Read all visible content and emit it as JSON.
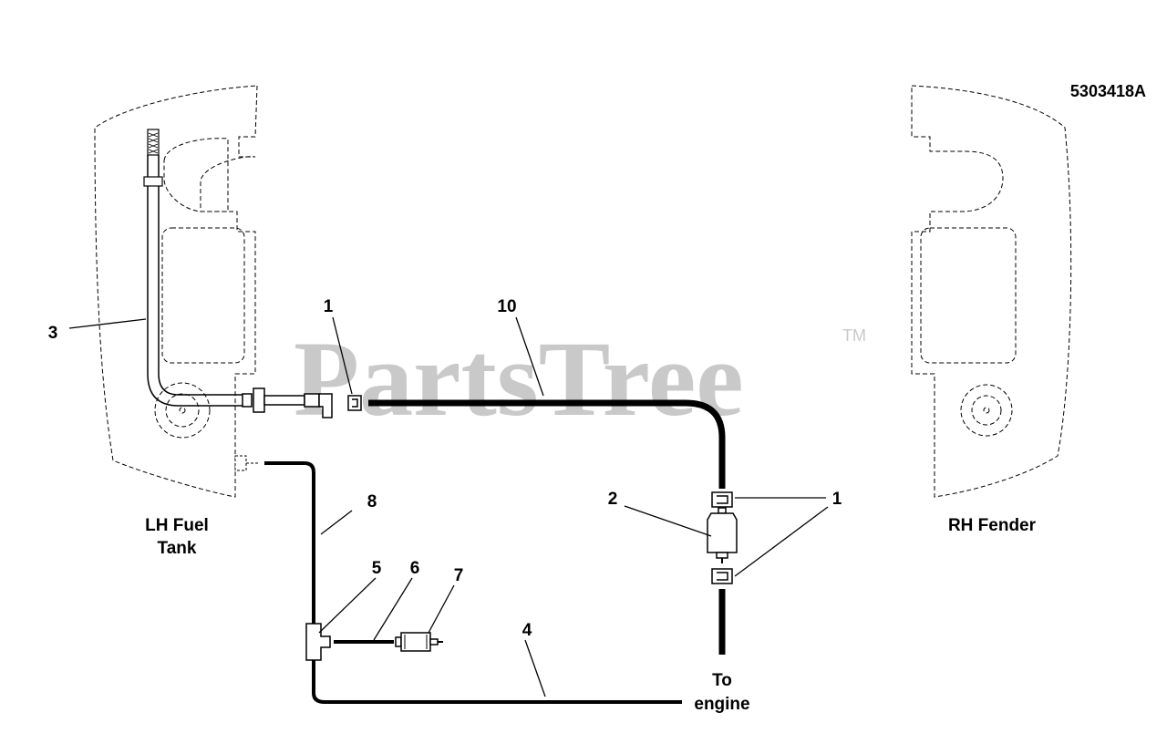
{
  "figure_number": "5303418A",
  "watermark": {
    "text": "PartsTree",
    "trademark": "TM"
  },
  "labels": {
    "lh_fuel_tank": [
      "LH Fuel",
      "Tank"
    ],
    "rh_fender": "RH Fender",
    "to_engine": [
      "To",
      "engine"
    ]
  },
  "callouts": {
    "c1_clamp_top": "1",
    "c1_clamps_right": "1",
    "c2": "2",
    "c3": "3",
    "c4": "4",
    "c5": "5",
    "c6": "6",
    "c7": "7",
    "c8": "8",
    "c10": "10"
  }
}
